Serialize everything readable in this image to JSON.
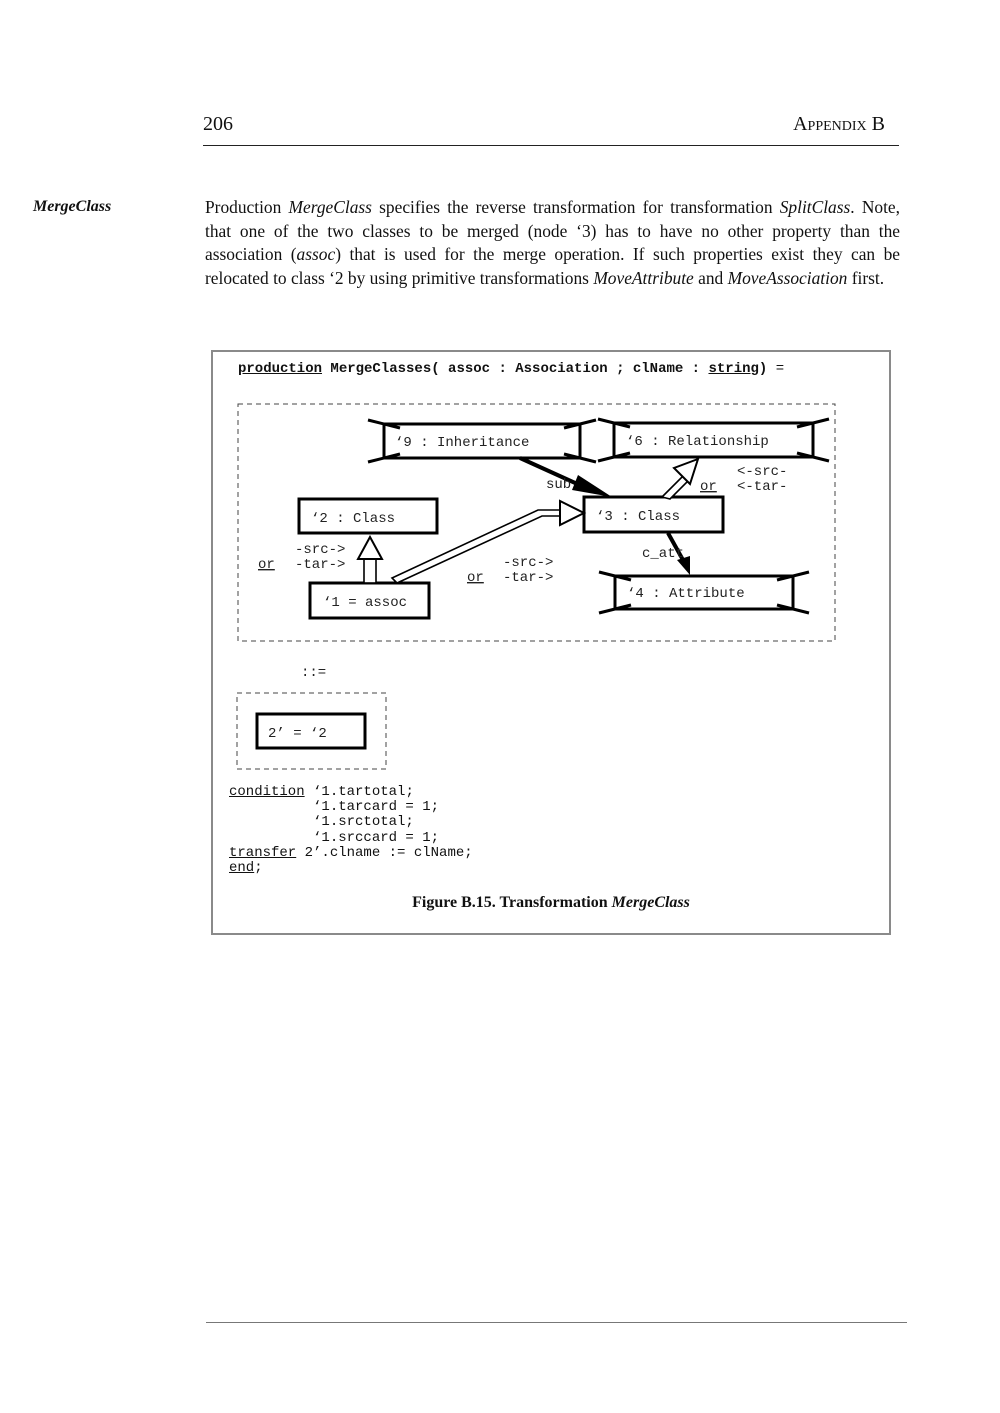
{
  "header": {
    "page_number": "206",
    "running_head": "Appendix B"
  },
  "margin_note": "MergeClass",
  "paragraph": {
    "p1": "Production ",
    "p2": "MergeClass",
    "p3": " specifies the reverse transformation for transformation ",
    "p4": "SplitClass",
    "p5": ". Note, that one of the two classes to be merged (node ‘3) has to have no other property than the association (",
    "p6": "assoc",
    "p7": ") that is used for the merge operation. If such properties exist they can be relocated to class ‘2 by using primitive transformations ",
    "p8": "MoveAttribute",
    "p9": " and ",
    "p10": "MoveAssociation",
    "p11": " first."
  },
  "figure": {
    "production_keyword": "production",
    "production_name": " MergeClasses( assoc : Association ; clName : ",
    "string_keyword": "string",
    "close_paren": ")",
    "equals": " =",
    "nodes": {
      "inheritance": "‘9  : Inheritance",
      "relationship": "‘6  : Relationship",
      "class2": "‘2  : Class",
      "class3": "‘3  : Class",
      "assoc1": "‘1  = assoc",
      "attribute4": "‘4  : Attribute",
      "result": "2’  = ‘2"
    },
    "edge_labels": {
      "sub": "sub",
      "or": "or",
      "src_back": "<-src-",
      "tar_back": "<-tar-",
      "src_fwd": "-src->",
      "tar_fwd": "-tar->",
      "c_att": "c_att"
    },
    "rewrite": "::=",
    "code": {
      "condition_kw": "condition",
      "cond1": " ‘1.tartotal;",
      "cond2": "          ‘1.tarcard = 1;",
      "cond3": "          ‘1.srctotal;",
      "cond4": "          ‘1.srccard = 1;",
      "transfer_kw": "transfer",
      "transfer_rest": " 2’.clname := clName;",
      "end_kw": "end",
      "end_semicolon": ";"
    },
    "caption_prefix": "Figure B.15.  Transformation ",
    "caption_name": "MergeClass"
  }
}
